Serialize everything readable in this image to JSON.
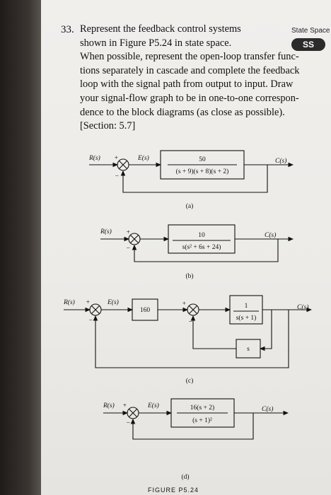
{
  "question": {
    "number": "33.",
    "lines": [
      "Represent the feedback control systems",
      "shown in Figure P5.24 in state space.",
      "When possible, represent the open-loop transfer func-",
      "tions separately in cascade and complete the feedback",
      "loop with the signal path from output to input. Draw",
      "your signal-flow graph to be in one-to-one correspon-",
      "dence to the block diagrams (as close as possible).",
      "[Section: 5.7]"
    ]
  },
  "tag": {
    "label": "State Space",
    "badge": "SS"
  },
  "diagrams": {
    "a": {
      "input": "R(s)",
      "plus": "+",
      "minus": "−",
      "error": "E(s)",
      "num": "50",
      "den": "(s + 9)(s + 8)(s + 2)",
      "output": "C(s)",
      "caption": "(a)"
    },
    "b": {
      "input": "R(s)",
      "plus": "+",
      "minus": "−",
      "num": "10",
      "den": "s(s² + 6s + 24)",
      "output": "C(s)",
      "caption": "(b)"
    },
    "c": {
      "input": "R(s)",
      "plus": "+",
      "minus": "−",
      "error": "E(s)",
      "gain": "160",
      "plus2": "+",
      "minus2": "−",
      "num": "1",
      "den": "s(s + 1)",
      "feedback": "s",
      "output": "C(s)",
      "caption": "(c)"
    },
    "d": {
      "input": "R(s)",
      "plus": "+",
      "minus": "−",
      "error": "E(s)",
      "num": "16(s + 2)",
      "den": "(s + 1)²",
      "output": "C(s)",
      "caption": "(d)"
    }
  },
  "figure_label": "FIGURE P5.24"
}
